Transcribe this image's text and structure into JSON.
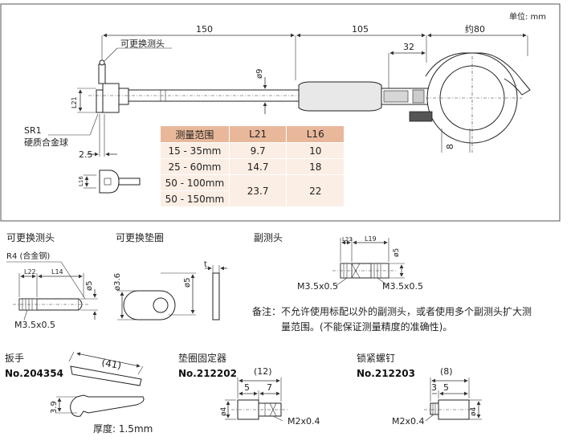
{
  "unit_label": "单位: mm",
  "main": {
    "dim_150": "150",
    "dim_105": "105",
    "dim_about80": "约80",
    "dim_32": "32",
    "dim_phi9": "ø9",
    "dim_8": "8",
    "label_replaceable_tip": "可更换测头",
    "label_sr1": "SR1",
    "label_carbide_ball": "硬质合金球",
    "dim_l21": "L21",
    "dim_2_5": "2.5",
    "dim_l16": "L16"
  },
  "table": {
    "headers": [
      "测量范围",
      "L21",
      "L16"
    ],
    "rows": [
      [
        "15 - 35mm",
        "9.7",
        "10"
      ],
      [
        "25 - 60mm",
        "14.7",
        "18"
      ],
      [
        "50 - 100mm",
        "23.7",
        "22"
      ],
      [
        "50 - 150mm",
        "",
        ""
      ]
    ]
  },
  "tip": {
    "title": "可更换测头",
    "r4": "R4 (合金钢)",
    "l22": "L22",
    "l14": "L14",
    "phi5": "ø5",
    "thread": "M3.5x0.5"
  },
  "washer": {
    "title": "可更换垫圈",
    "phi3_6": "ø3.6",
    "phi5": "ø5",
    "t": "t"
  },
  "aux": {
    "title": "副测头",
    "l23": "L23",
    "l19": "L19",
    "phi5": "ø5",
    "thread_left": "M3.5x0.5",
    "thread_right": "M3.5x0.5"
  },
  "note": {
    "line1": "备注：不允许使用标配以外的副测头，或者使用多个副测头扩大测",
    "line2": "量范围。(不能保证测量精度的准确性)。"
  },
  "wrench": {
    "title": "扳手",
    "number": "No.204354",
    "len": "(41)",
    "dim_3_9": "3.9",
    "thickness": "厚度: 1.5mm"
  },
  "washer_holder": {
    "title": "垫圈固定器",
    "number": "No.212202",
    "len": "(12)",
    "d5": "5",
    "d7": "7",
    "phi4": "ø4",
    "thread": "M2x0.4"
  },
  "lock_screw": {
    "title": "锁紧螺钉",
    "number": "No.212203",
    "len": "(8)",
    "d3": "3",
    "d5": "5",
    "phi4": "ø4",
    "thread": "M2x0.4"
  }
}
